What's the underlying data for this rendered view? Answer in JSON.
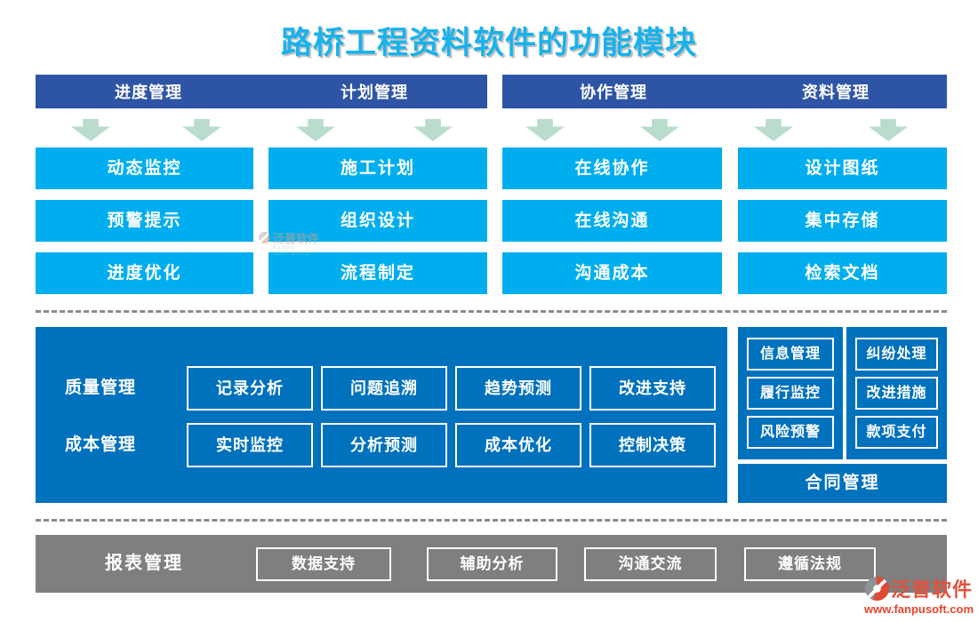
{
  "title": "路桥工程资料软件的功能模块",
  "colors": {
    "title_blue": "#18b2ec",
    "header_navy": "#2e55a5",
    "module_cyan": "#00aeef",
    "panel_blue": "#0071bc",
    "arrow_green": "#b9dccb",
    "footer_gray": "#7f7f7f",
    "dash_gray": "#8c8c8c",
    "logo_red": "#e2503c"
  },
  "top_groups": [
    {
      "label": "进度管理"
    },
    {
      "label": "计划管理"
    },
    {
      "label": "协作管理"
    },
    {
      "label": "资料管理"
    }
  ],
  "top_columns": [
    {
      "items": [
        "动态监控",
        "预警提示",
        "进度优化"
      ]
    },
    {
      "items": [
        "施工计划",
        "组织设计",
        "流程制定"
      ]
    },
    {
      "items": [
        "在线协作",
        "在线沟通",
        "沟通成本"
      ]
    },
    {
      "items": [
        "设计图纸",
        "集中存储",
        "检索文档"
      ]
    }
  ],
  "middle": {
    "rows": [
      {
        "label": "质量管理",
        "items": [
          "记录分析",
          "问题追溯",
          "趋势预测",
          "改进支持"
        ]
      },
      {
        "label": "成本管理",
        "items": [
          "实时监控",
          "分析预测",
          "成本优化",
          "控制决策"
        ]
      }
    ],
    "right_panel": {
      "columns": [
        [
          "信息管理",
          "履行监控",
          "风险预警"
        ],
        [
          "纠纷处理",
          "改进措施",
          "款项支付"
        ]
      ],
      "footer": "合同管理"
    }
  },
  "bottom": {
    "label": "报表管理",
    "items": [
      "数据支持",
      "辅助分析",
      "沟通交流",
      "遵循法规"
    ]
  },
  "watermark": {
    "text": "泛普软件",
    "subtext": "FANPU SOFTWARE"
  },
  "logo": {
    "name": "泛普软件",
    "url": "www.fanpusoft.com"
  }
}
